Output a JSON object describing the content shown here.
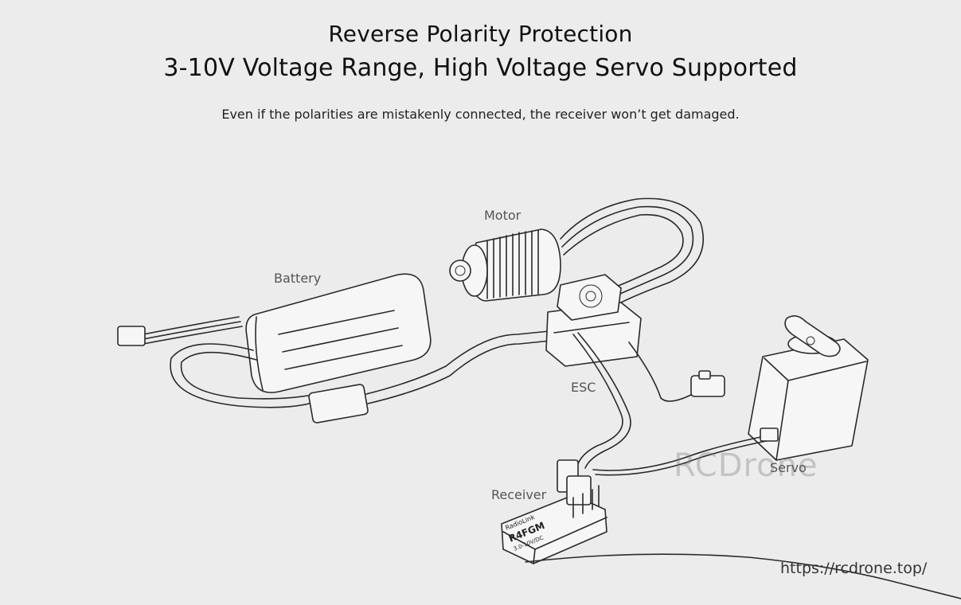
{
  "header": {
    "title_line1": "Reverse Polarity Protection",
    "title_line2": "3-10V Voltage Range, High Voltage Servo Supported",
    "subtitle": "Even if the polarities are mistakenly connected, the receiver won’t get damaged."
  },
  "diagram": {
    "labels": {
      "motor": "Motor",
      "battery": "Battery",
      "esc": "ESC",
      "servo": "Servo",
      "receiver": "Receiver"
    },
    "receiver_markings": {
      "brand": "RadioLink",
      "model": "R4FGM",
      "voltage": "3.0-10V/DC"
    }
  },
  "footer": {
    "watermark": "RCDrone",
    "url": "https://rcdrone.top/"
  }
}
